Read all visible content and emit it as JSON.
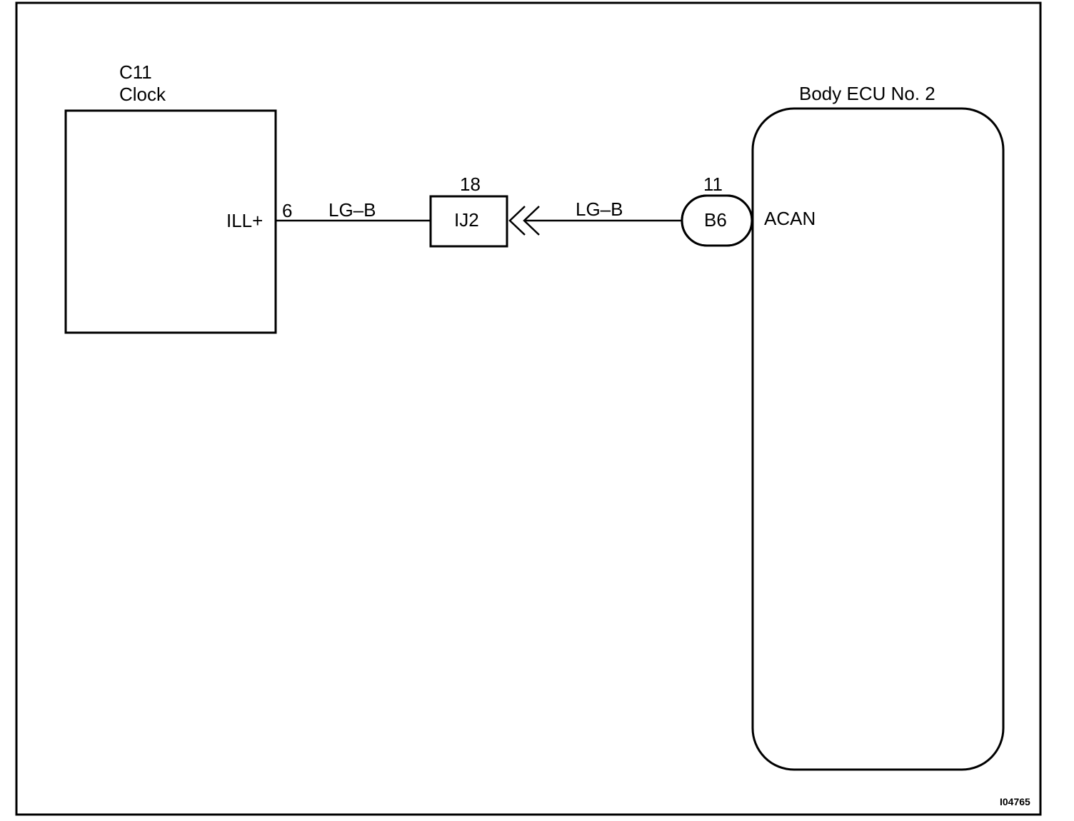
{
  "clock": {
    "code": "C11",
    "name": "Clock",
    "terminal_label": "ILL+",
    "pin": "6"
  },
  "wire_left": {
    "color_code": "LG–B"
  },
  "junction": {
    "label": "IJ2",
    "pin": "18"
  },
  "wire_right": {
    "color_code": "LG–B"
  },
  "connector": {
    "label": "B6",
    "pin": "11"
  },
  "ecu": {
    "name": "Body ECU No. 2",
    "terminal_label": "ACAN"
  },
  "figure_id": "I04765"
}
